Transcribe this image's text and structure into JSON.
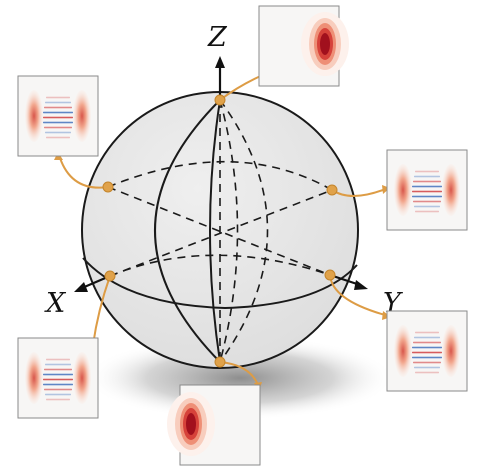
{
  "axes": {
    "z_label": "Z",
    "x_label": "X",
    "y_label": "Y"
  },
  "colors": {
    "sphere_fill": "#e6e6e6",
    "sphere_stroke": "#1a1a1a",
    "marker": "#e0a24a",
    "pointer": "#dd9c45",
    "pattern_red": "#c0202a",
    "pattern_blue": "#2b5fb3",
    "inset_border": "#888888"
  },
  "insets": [
    {
      "id": "z-pole",
      "pattern": "single-lobe"
    },
    {
      "id": "upper-left",
      "pattern": "fringes"
    },
    {
      "id": "upper-right",
      "pattern": "fringes"
    },
    {
      "id": "y-equator",
      "pattern": "fringes"
    },
    {
      "id": "x-equator",
      "pattern": "fringes"
    },
    {
      "id": "south-pole",
      "pattern": "single-lobe"
    }
  ]
}
